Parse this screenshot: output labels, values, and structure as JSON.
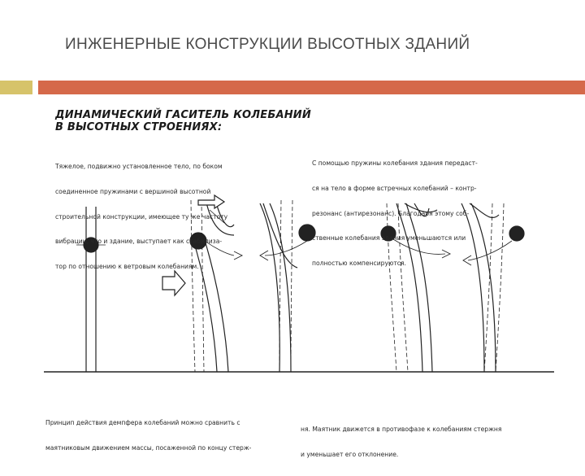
{
  "slide": {
    "title": "ИНЖЕНЕРНЫЕ КОНСТРУКЦИИ ВЫСОТНЫХ ЗДАНИЙ",
    "colors": {
      "accent_square": "#d6c36a",
      "accent_bar": "#d5694a",
      "title_text": "#4a4a4a"
    }
  },
  "figure": {
    "heading": [
      "ДИНАМИЧЕСКИЙ ГАСИТЕЛЬ КОЛЕБАНИЙ",
      "В ВЫСОТНЫХ СТРОЕНИЯХ:"
    ],
    "left_caption": [
      "Тяжелое, подвижно установленное тело, по боком",
      "соединенное пружинами с вершиной высотной",
      "строительной конструкции, имеющее ту же частоту",
      "вибрации, что и здание, выступает как стабилиза-",
      "тор по отношению к ветровым колебаниям."
    ],
    "right_caption": [
      "С помощью пружины колебания здания передаст-",
      "ся на тело в форме встречных колебаний – контр-",
      "резонанс (антирезонанс). Благодаря этому соб-",
      "ственные колебания здания уменьшаются или",
      "полностью компенсируются."
    ],
    "bottom_left_caption": [
      "Принцип действия демпфера колебаний можно сравнить с",
      "маятниковым движением массы, посаженной по концу стерж-"
    ],
    "bottom_right_caption": [
      "ня. Маятник движется в противофазе к колебаниям стержня",
      "и уменьшает его отклонение."
    ]
  }
}
